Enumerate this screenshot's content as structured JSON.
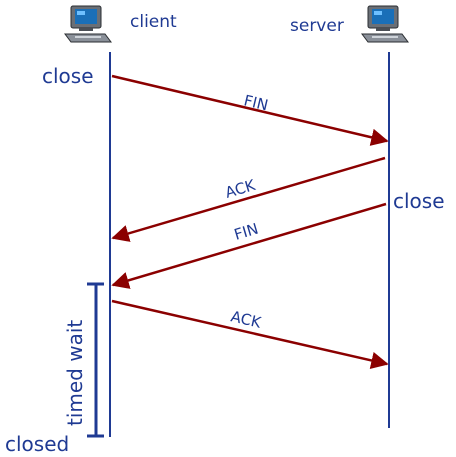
{
  "client": {
    "label": "client",
    "icon": "computer-icon"
  },
  "server": {
    "label": "server",
    "icon": "computer-icon"
  },
  "events": {
    "client_close": "close",
    "server_close": "close",
    "client_closed": "closed",
    "timed_wait": "timed wait"
  },
  "messages": [
    {
      "label": "FIN",
      "from": "client",
      "to": "server"
    },
    {
      "label": "ACK",
      "from": "server",
      "to": "client"
    },
    {
      "label": "FIN",
      "from": "server",
      "to": "client"
    },
    {
      "label": "ACK",
      "from": "client",
      "to": "server"
    }
  ],
  "colors": {
    "timeline": "#1f3a93",
    "arrow": "#8b0000",
    "text": "#1f3a93"
  }
}
